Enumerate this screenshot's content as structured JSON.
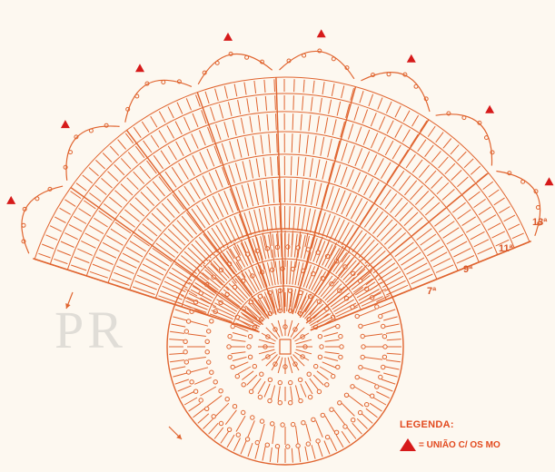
{
  "colors": {
    "stitch": "#e0642f",
    "marker": "#d61a1a",
    "paper": "#fdf8f0",
    "watermark": "#b4b4b4"
  },
  "watermark": "PR",
  "row_labels": [
    "13ª",
    "11ª",
    "9ª",
    "7ª"
  ],
  "legend": {
    "title": "LEGENDA:",
    "symbol_icon": "red-triangle-icon",
    "text": "= UNIÃO C/ OS MO"
  }
}
